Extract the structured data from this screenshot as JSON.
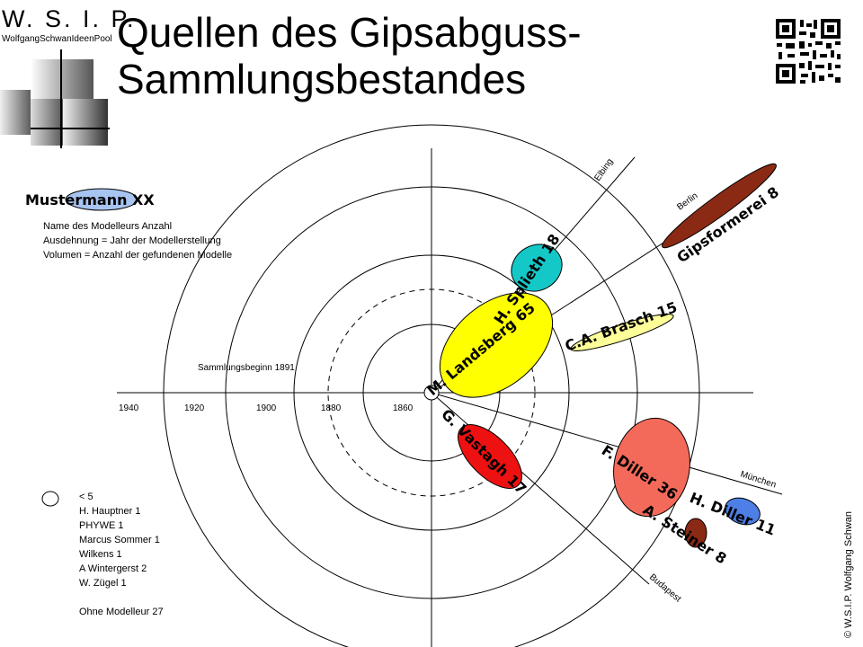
{
  "logo": {
    "title": "W. S. I. P.",
    "subtitle": "WolfgangSchwanIdeenPool"
  },
  "title": {
    "line1": "Quellen des Gipsabguss-",
    "line2": "Sammlungsbestandes"
  },
  "copyright": "© W.S.I.P. Wolfgang Schwan",
  "legend": {
    "example_label": "Mustermann XX",
    "lines": [
      "Name des Modelleurs Anzahl",
      "Ausdehnung = Jahr der Modellerstellung",
      "Volumen = Anzahl der gefundenen Modelle"
    ]
  },
  "collection_start": "Sammlungsbeginn 1891",
  "axis_years": [
    "1860",
    "1880",
    "1900",
    "1920",
    "1940"
  ],
  "cities": [
    "Elbing",
    "Berlin",
    "München",
    "Budapest"
  ],
  "modelers": [
    {
      "label": "Gipsformerei 8",
      "color": "#8b2a14"
    },
    {
      "label": "H. Splieth 18",
      "color": "#14c8c8"
    },
    {
      "label": "M. Landsberg 65",
      "color": "#ffff00"
    },
    {
      "label": "C.A. Brasch 15",
      "color": "#ffff99"
    },
    {
      "label": "G. Vastagh 17",
      "color": "#ee1111"
    },
    {
      "label": "F. Diller 36",
      "color": "#f46a5a"
    },
    {
      "label": "H. Diller 11",
      "color": "#4d7fe6"
    },
    {
      "label": "A. Steiner 8",
      "color": "#8b2a14"
    }
  ],
  "small_modelers": {
    "header": "< 5",
    "items": [
      "H. Hauptner 1",
      "PHYWE 1",
      "Marcus Sommer 1",
      "Wilkens 1",
      "A Wintergerst 2",
      "W. Zügel 1"
    ],
    "footer": "Ohne Modelleur 27"
  }
}
